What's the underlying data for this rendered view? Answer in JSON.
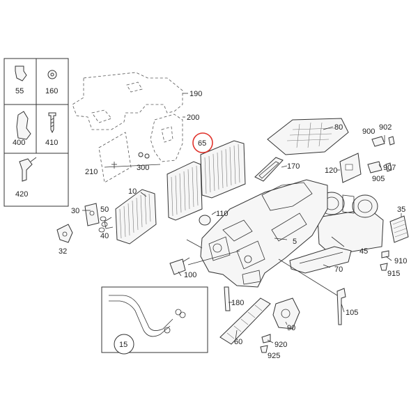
{
  "diagram": {
    "highlight_color": "#e0322b",
    "highlighted_part": "65",
    "legend_parts": [
      "55",
      "160",
      "400",
      "410",
      "420"
    ],
    "part_numbers": {
      "p55": "55",
      "p160": "160",
      "p400": "400",
      "p410": "410",
      "p420": "420",
      "p190": "190",
      "p200": "200",
      "p210": "210",
      "p300": "300",
      "p65": "65",
      "p170": "170",
      "p80": "80",
      "p120": "120",
      "p900": "900",
      "p902": "902",
      "p907": "907",
      "p905": "905",
      "p10": "10",
      "p30": "30",
      "p50": "50",
      "p40": "40",
      "p32": "32",
      "p110": "110",
      "p35": "35",
      "p45": "45",
      "p5": "5",
      "p70": "70",
      "p910": "910",
      "p915": "915",
      "p100": "100",
      "p180": "180",
      "p105": "105",
      "p90": "90",
      "p60": "60",
      "p920": "920",
      "p925": "925",
      "p15": "15"
    }
  }
}
